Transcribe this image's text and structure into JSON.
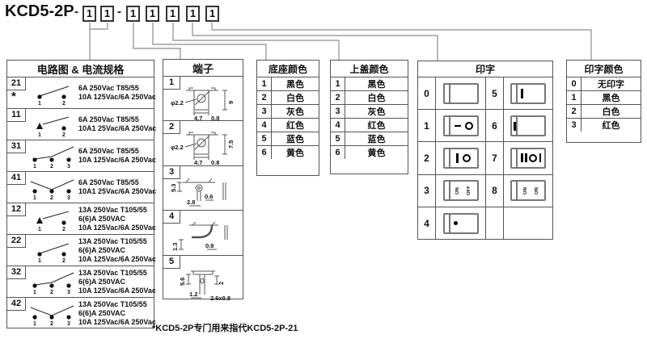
{
  "ordering_code": {
    "model": "KCD5-2P",
    "separator": "-",
    "group1": [
      "1",
      "1"
    ],
    "group2": [
      "1",
      "1",
      "1",
      "1",
      "1"
    ]
  },
  "circuit_table": {
    "title": "电路图 & 电流规格",
    "rows": [
      {
        "code": "21",
        "note": "*",
        "symbol": "spst-2dot",
        "pins": [
          "1",
          "2"
        ],
        "specs": [
          "6A 250Vac T85/55",
          "10A 125Vac/6A 250Vac"
        ]
      },
      {
        "code": "11",
        "symbol": "spst-arrow",
        "pins": [
          "1",
          "2"
        ],
        "specs": [
          "6A 250Vac T85/55",
          "10A1 25Vac/6A 250Vac"
        ]
      },
      {
        "code": "31",
        "symbol": "spdt-rise",
        "pins": [
          "1",
          "2",
          "3"
        ],
        "specs": [
          "6A 250Vac T85/55",
          "10A 125Vac/6A 250Vac"
        ]
      },
      {
        "code": "41",
        "symbol": "spdt-vee",
        "pins": [
          "1",
          "2",
          "3"
        ],
        "specs": [
          "6A 250Vac T85/55",
          "10A1 25Vac/6A 250Vac"
        ]
      },
      {
        "code": "12",
        "symbol": "spst-arrow",
        "pins": [
          "1",
          "2"
        ],
        "specs": [
          "13A 250Vac T105/55",
          "6(6)A 250VAC",
          "10A 125Vac/6A 250Vac"
        ]
      },
      {
        "code": "22",
        "symbol": "spst-2dot",
        "pins": [
          "1",
          "2"
        ],
        "specs": [
          "13A 250Vac T105/55",
          "6(6)A 250VAC",
          "10A 125Vac/6A 250Vac"
        ]
      },
      {
        "code": "32",
        "symbol": "spdt-rise",
        "pins": [
          "1",
          "2",
          "3"
        ],
        "specs": [
          "13A 250Vac T105/55",
          "6(6)A 250VAC",
          "10A 125Vac/6A 250Vac"
        ]
      },
      {
        "code": "42",
        "symbol": "spdt-vee",
        "pins": [
          "1",
          "2",
          "3"
        ],
        "specs": [
          "13A 250Vac T105/55",
          "6(6)A 250VAC",
          "10A 125Vac/6A 250Vac"
        ]
      }
    ]
  },
  "terminal_table": {
    "title": "端子",
    "rows": [
      {
        "code": "1",
        "drawing": "faston-round",
        "dims": {
          "dia": "φ2.2",
          "width": "4.7",
          "thick": "0.8",
          "height": "9"
        }
      },
      {
        "code": "2",
        "drawing": "faston-round",
        "dims": {
          "dia": "φ2.2",
          "width": "4.7",
          "thick": "0.8",
          "height": "7.5"
        }
      },
      {
        "code": "3",
        "drawing": "pcb-pin",
        "dims": {
          "height": "5.3",
          "width": "2.8",
          "thick": "0.6"
        }
      },
      {
        "code": "4",
        "drawing": "hook",
        "dims": {
          "height": "1.3",
          "thick": "0.8"
        }
      },
      {
        "code": "5",
        "drawing": "pcb-tab",
        "dims": {
          "height": "5.6",
          "width": "1.2",
          "side": "2",
          "cross": "2.6x0.8"
        }
      }
    ]
  },
  "base_color_table": {
    "title": "底座颜色",
    "rows": [
      {
        "code": "1",
        "label": "黑色"
      },
      {
        "code": "2",
        "label": "白色"
      },
      {
        "code": "3",
        "label": "灰色"
      },
      {
        "code": "4",
        "label": "红色"
      },
      {
        "code": "5",
        "label": "蓝色"
      },
      {
        "code": "6",
        "label": "黄色"
      }
    ]
  },
  "cover_color_table": {
    "title": "上盖颜色",
    "rows": [
      {
        "code": "1",
        "label": "黑色"
      },
      {
        "code": "2",
        "label": "白色"
      },
      {
        "code": "3",
        "label": "灰色"
      },
      {
        "code": "4",
        "label": "红色"
      },
      {
        "code": "5",
        "label": "蓝色"
      },
      {
        "code": "6",
        "label": "黄色"
      }
    ]
  },
  "printing_table": {
    "title": "印字",
    "cells": [
      {
        "code": "0",
        "mark": "blank"
      },
      {
        "code": "1",
        "mark": "dash-circle"
      },
      {
        "code": "2",
        "mark": "bar-circle"
      },
      {
        "code": "3",
        "mark": "vtext",
        "texts": [
          "ON",
          "OFF"
        ]
      },
      {
        "code": "4",
        "mark": "dot"
      },
      {
        "code": "5",
        "mark": "bar-main-left"
      },
      {
        "code": "6",
        "mark": "bar-tab"
      },
      {
        "code": "7",
        "mark": "bar2-circle-bar"
      },
      {
        "code": "8",
        "mark": "vtext",
        "texts": [
          "ON",
          "ON"
        ]
      }
    ]
  },
  "print_color_table": {
    "title": "印字颜色",
    "rows": [
      {
        "code": "0",
        "label": "无印字"
      },
      {
        "code": "1",
        "label": "黑色"
      },
      {
        "code": "2",
        "label": "白色"
      },
      {
        "code": "3",
        "label": "红色"
      }
    ]
  },
  "footnote": "*KCD5-2P专门用来指代KCD5-2P-21",
  "colors": {
    "line": "#8c8c8c",
    "border": "#555555",
    "ink": "#111111"
  }
}
